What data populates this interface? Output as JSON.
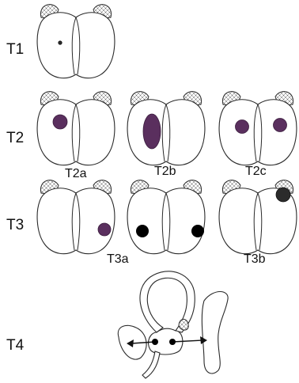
{
  "stages": {
    "t1": "T1",
    "t2": "T2",
    "t3": "T3",
    "t4": "T4"
  },
  "substages": {
    "t2a": "T2a",
    "t2b": "T2b",
    "t2c": "T2c",
    "t3a": "T3a",
    "t3b": "T3b"
  },
  "colors": {
    "tumor": "#5a2f5e",
    "outline": "#2a2a2a",
    "lymph_node": "#000000"
  }
}
